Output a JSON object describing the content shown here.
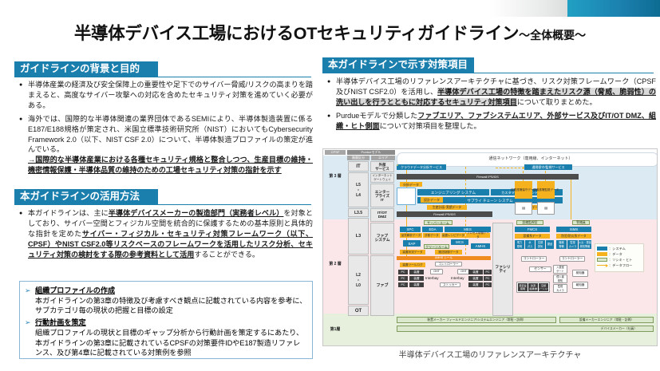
{
  "title": {
    "main": "半導体デバイス工場におけるOTセキュリティガイドライン",
    "sub": "～全体概要～"
  },
  "sections": {
    "background": {
      "heading": "ガイドラインの背景と目的",
      "bullets": [
        "半導体産業の経済及び安全保障上の重要性や足下でのサイバー脅威/リスクの高まりを踏まえると、高度なサイバー攻撃への対応を含めたセキュリティ対策を進めていく必要がある。",
        "海外では、国際的な半導体関連の業界団体であるSEMIにより、半導体製造装置に係るE187/E188規格が策定され、米国立標準技術研究所（NIST）においてもCybersecurity Framework 2.0（以下、NIST CSF 2.0）について、半導体製造プロファイルの策定が進んでいる。"
      ],
      "conclusion": "→国際的な半導体産業における各種セキュリティ規格と整合しつつ、生産目標の維持・機密情報保護・半導体品質の維持のための工場セキュリティ対策の指針を示す",
      "conclusion_tail": "。"
    },
    "usage": {
      "heading": "本ガイドラインの活用方法",
      "bullet_lead": "本ガイドラインは、主に",
      "bullet_hl1": "半導体デバイスメーカーの製造部門（実務者レベル）",
      "bullet_mid": "を対象としており、サイバー空間とフィジカル空間を統合的に保護するための基本原則と具体的な指針を定めた",
      "bullet_hl2": "サイバー・フィジカル・セキュリティ対策フレームワーク（以下、CPSF）やNIST CSF2.0等リスクベースのフレームワークを活用したリスク分析、セキュリティ対策の検討をする際の参考資料として活用",
      "bullet_tail": "することができる。",
      "steps": [
        {
          "head": "組織プロファイルの作成",
          "body": "本ガイドラインの第3章の特徴及び考慮すべき観点に記載されている内容を参考に、サブカテゴリ毎の現状の把握と目標の設定"
        },
        {
          "head": "行動計画を策定",
          "body": "組織プロファイルの現状と目標のギャップ分析から行動計画を策定するにあたり、本ガイドラインの第3章に記載されているCPSFの対策要件IDやE187製造リファレンス、及び第4章に記載されている対策例を参照"
        }
      ]
    },
    "measures": {
      "heading": "本ガイドラインで示す対策項目",
      "b1_lead": "半導体デバイス工場のリファレンスアーキテクチャに基づき、リスク対策フレームワーク（CPSF及びNIST CSF2.0）を活用し、",
      "b1_hl": "半導体デバイス工場の特徴を踏まえたリスク源（脅威、脆弱性）の洗い出しを行うとともに対応するセキュリティ対策項目",
      "b1_tail": "について取りまとめた。",
      "b2_lead": "Purdueモデルで分類した",
      "b2_hl": "ファブエリア、ファブシステムエリア、外部サービス及びIT/OT DMZ、組織・ヒト側面",
      "b2_tail": "について対策項目を整理した。"
    }
  },
  "diagram": {
    "caption": "半導体デバイス工場のリファレンスアーキテクチャ",
    "headers": {
      "cpsf": "CPSF",
      "purdue": "Purdueモデル",
      "kaisou": "階層区分",
      "area": "エリア"
    },
    "cpsf_layers": [
      {
        "label": "第 3 層"
      },
      {
        "label": "第 2 層"
      },
      {
        "label": "第1層"
      }
    ],
    "purdue_levels": [
      "IT",
      "L5\n・\nL4",
      "L3.5",
      "L3",
      "L2\n・\nL0",
      "OT"
    ],
    "areas": [
      "外部\nサービス",
      "インターネット\nゲートウェイ",
      "エンター\nプライズ\nIT",
      "IT/OT\nDMZ",
      "ファブ\nシステム",
      "ファブ",
      "ファシリ\nティ"
    ],
    "network_label": "通信ネットワーク（専用線、インターネット）",
    "firewalls": [
      "Firewall IPS/IDS",
      "Firewall IPS/IDS",
      "Firewall IPS/IDS"
    ],
    "systems": {
      "cloud_analysis": "クラウドデータ分析サービス",
      "remote_service": "遠隔保守/監視サービス",
      "engineering": "エンジニアリング システム",
      "customer_mgmt": "カスタマーマネジメント システム",
      "supply_chain": "サプライ チェーン システム",
      "spc": "SPC",
      "eda": "EDA",
      "mes": "MES",
      "eap": "EAP",
      "mcs": "MCS",
      "amhs": "AMHS",
      "fmcs": "FMCS",
      "isms": "ISMS"
    },
    "data_labels": {
      "analysis_data": "分析データ",
      "design_data": "設計データ",
      "plan_result_data": "生産計画･実績データ",
      "process_result_data": "規定実績データ",
      "quality_data": "品質解析データ",
      "diag_data": "診断データ",
      "recipe_data": "装置レシピデータ",
      "process_ctrl_data": "プロセス制御データ",
      "equip_status_data": "装置状況データ",
      "transport_ctrl_data": "搬送制御データ",
      "equip_toollog": "装置ツールログ",
      "facility_data": "設備系データ",
      "security_data": "防犯/防災系データ",
      "remote_maint_data": "装置遠隔保守データ",
      "remote_mon_data": "設備遠隔監視データ"
    },
    "rooms": {
      "server_room": "サーバールーム",
      "clean_room": "クリーンルーム",
      "amhs_rail": "AMHS レール",
      "equip_mon_room": "設備監視室",
      "guard": "警備員"
    },
    "fab_nodes": {
      "controller": "コントローラー",
      "oht": "OHT",
      "pc": "PC",
      "equip": "装置",
      "interbay": "Interbay",
      "stocker": "ストッカー",
      "sensor": "センサー",
      "detector": "検知器",
      "notifier": "報知器"
    },
    "facility_tags": [
      [
        "電力\n照明",
        "水\nガス",
        "空調\n排気",
        "薬品"
      ],
      [
        "機械\n警備",
        "監視\nカメラ",
        "火災・薬品\n検知警報"
      ]
    ],
    "facility_equipment": [
      "受変電\n照明",
      "熱源\n給排水",
      "空調\nクリーンルーム"
    ],
    "access_ctrl": [
      "入退室\nゲート",
      "侵入者\n検知",
      "監視\nカメラ"
    ],
    "org_bars": {
      "field_engineer": "装置メーカー フィールドエンジニア/システムエンジニア（常駐・訪問）",
      "facility_engineer": "設備メーカーエンジニア（常駐・訪問）",
      "device_maker": "デバイスメーカー（社員）"
    },
    "legend": [
      {
        "type": "sys",
        "label": "：システム"
      },
      {
        "type": "dat",
        "label": "：データ"
      },
      {
        "type": "org",
        "label": "：ソシキ・ヒト"
      },
      {
        "type": "flow",
        "label": "：データフロー"
      }
    ],
    "colors": {
      "accent": "#1b7fae",
      "system": "#1b7fae",
      "data": "#f5b11e",
      "org": "#dce8cd",
      "band_it": "#dceaf4",
      "band_dmz": "#fbe7ea",
      "band_ot": "#e7f0dd"
    }
  }
}
